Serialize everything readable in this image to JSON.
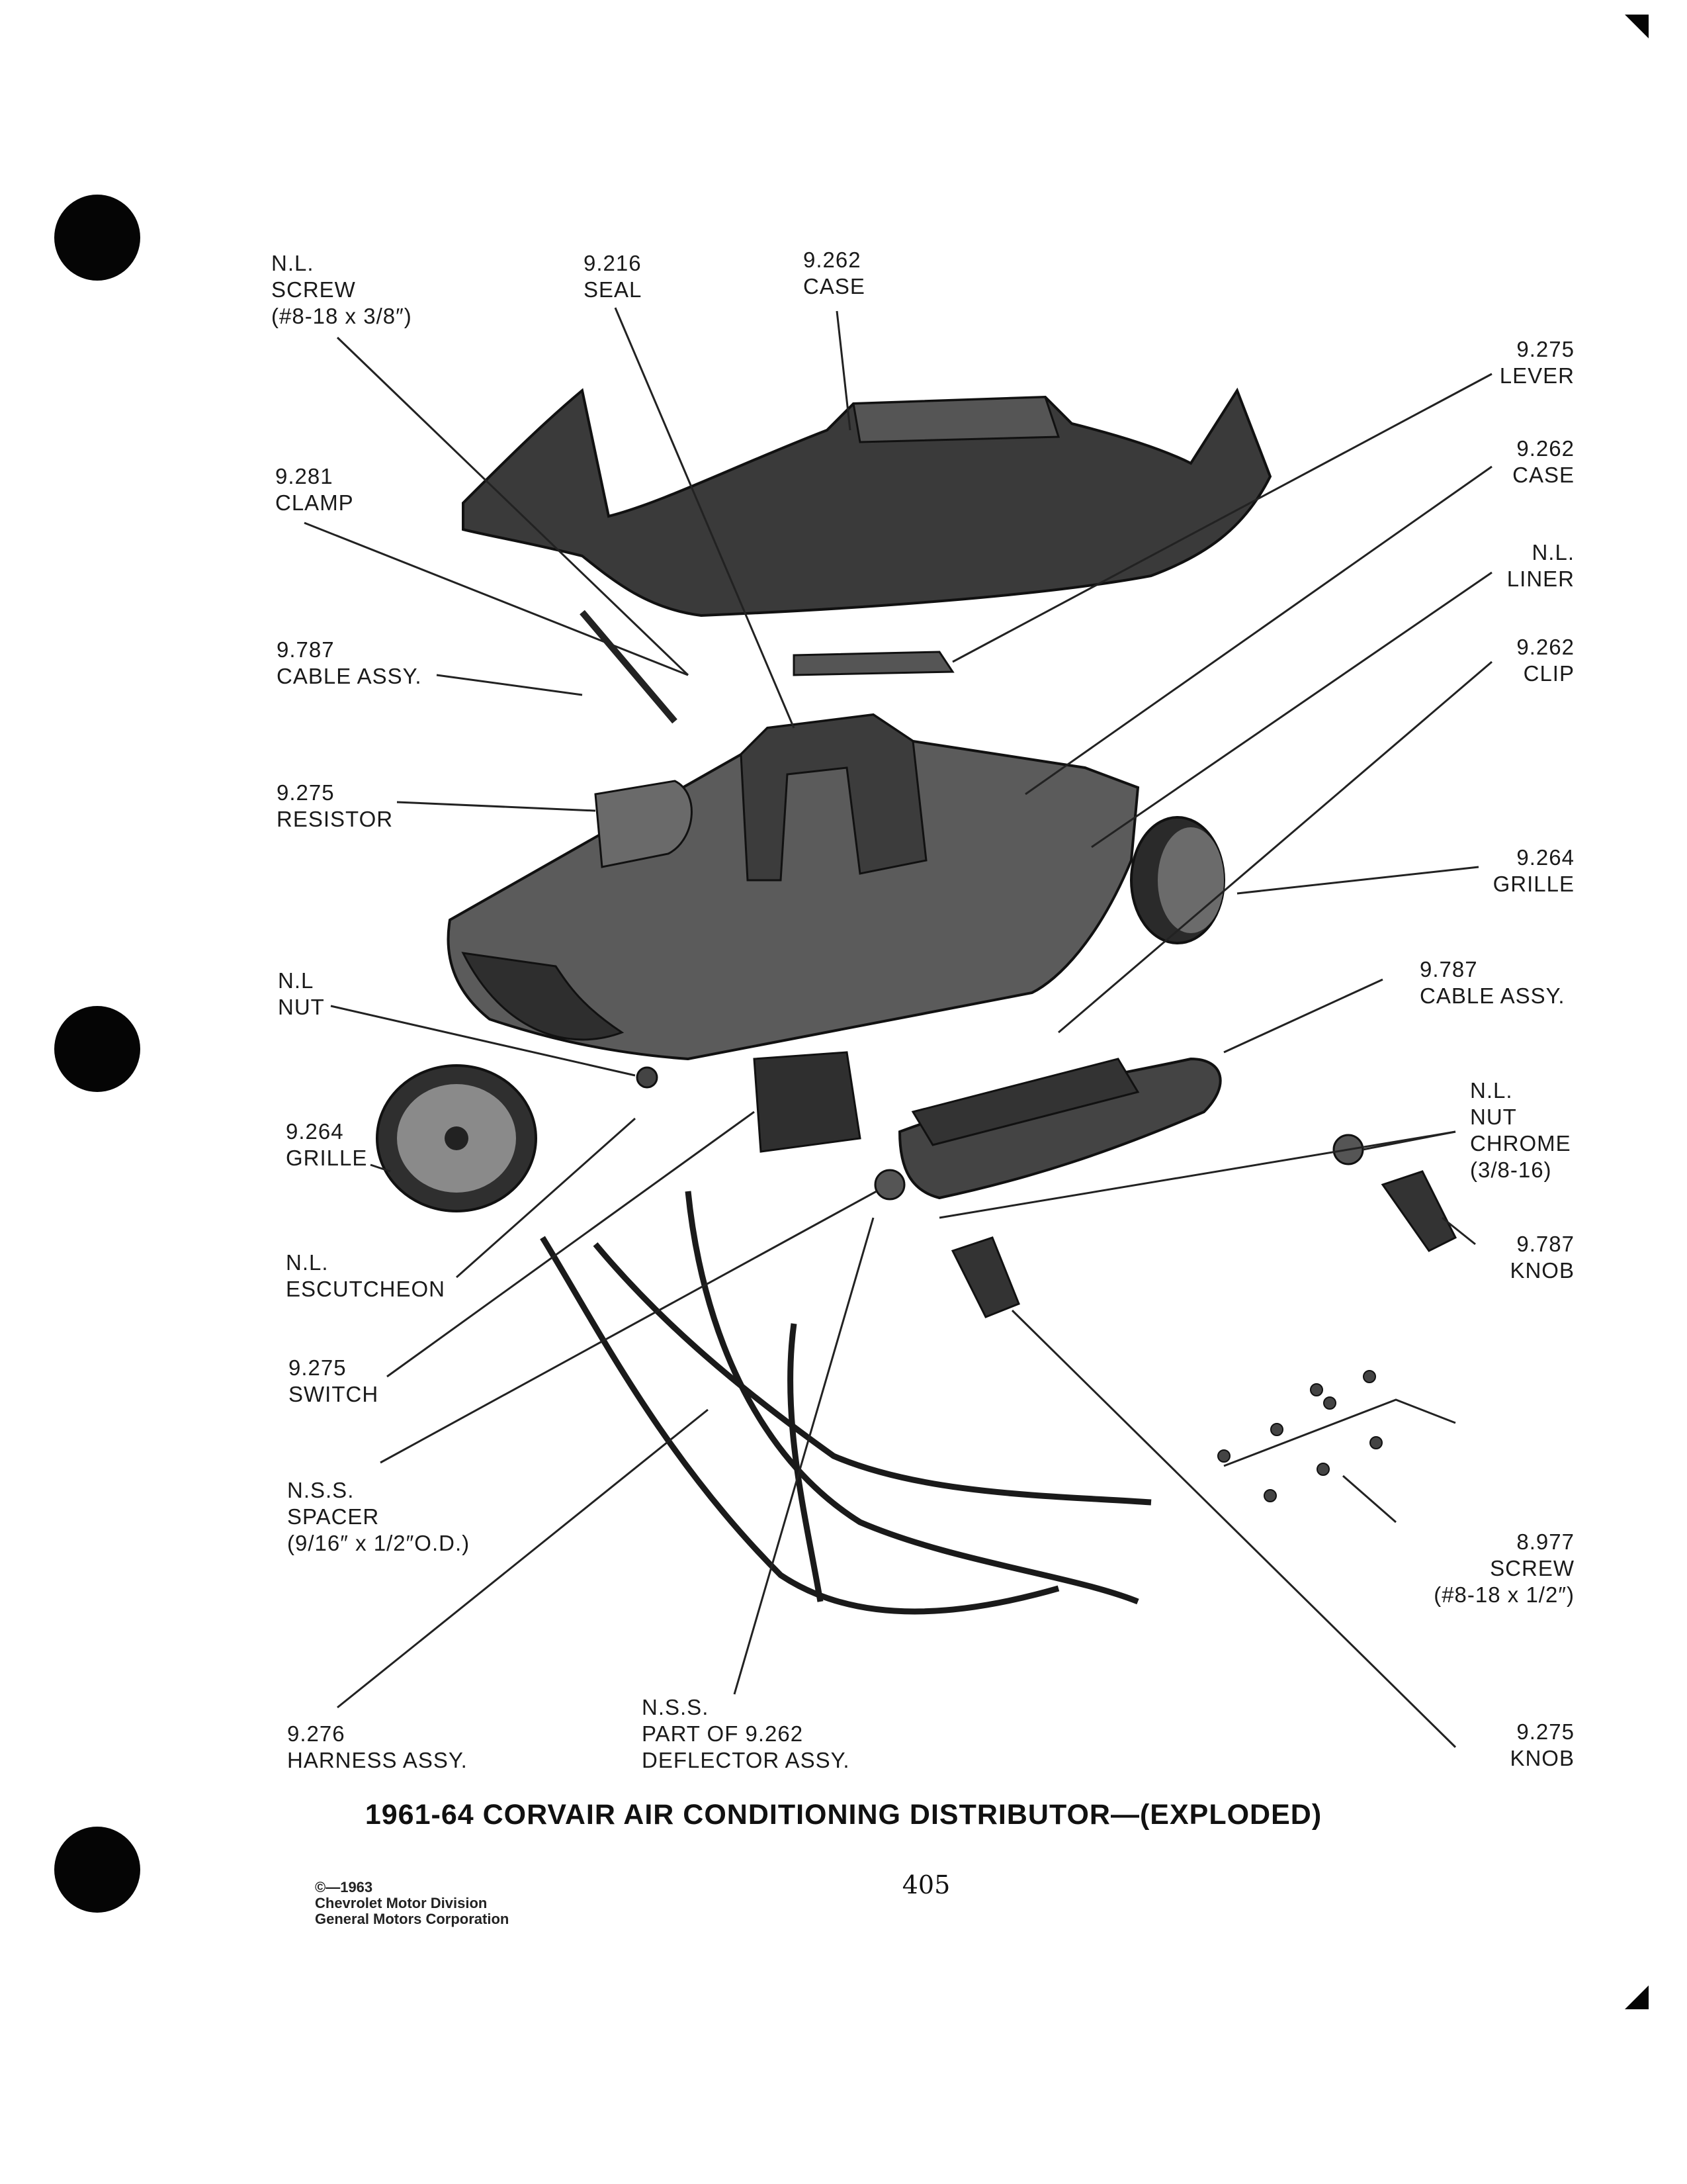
{
  "labels": [
    {
      "id": "nl-screw-top",
      "number": "N.L.",
      "name": "SCREW",
      "spec": "(#8-18 x 3/8″)"
    },
    {
      "id": "seal",
      "number": "9.216",
      "name": "SEAL"
    },
    {
      "id": "case-top",
      "number": "9.262",
      "name": "CASE"
    },
    {
      "id": "lever",
      "number": "9.275",
      "name": "LEVER"
    },
    {
      "id": "case-main",
      "number": "9.262",
      "name": "CASE"
    },
    {
      "id": "liner",
      "number": "N.L.",
      "name": "LINER"
    },
    {
      "id": "clip",
      "number": "9.262",
      "name": "CLIP"
    },
    {
      "id": "clamp",
      "number": "9.281",
      "name": "CLAMP"
    },
    {
      "id": "cable-left",
      "number": "9.787",
      "name": "CABLE ASSY."
    },
    {
      "id": "resistor",
      "number": "9.275",
      "name": "RESISTOR"
    },
    {
      "id": "grille-right",
      "number": "9.264",
      "name": "GRILLE"
    },
    {
      "id": "cable-right",
      "number": "9.787",
      "name": "CABLE ASSY."
    },
    {
      "id": "nl-nut",
      "number": "N.L",
      "name": "NUT"
    },
    {
      "id": "nut-chrome",
      "number": "N.L.",
      "name": "NUT",
      "name2": "CHROME",
      "spec": "(3/8-16)"
    },
    {
      "id": "grille-left",
      "number": "9.264",
      "name": "GRILLE"
    },
    {
      "id": "knob-right",
      "number": "9.787",
      "name": "KNOB"
    },
    {
      "id": "escutcheon",
      "number": "N.L.",
      "name": "ESCUTCHEON"
    },
    {
      "id": "switch",
      "number": "9.275",
      "name": "SWITCH"
    },
    {
      "id": "spacer",
      "number": "N.S.S.",
      "name": "SPACER",
      "spec": "(9/16″ x 1/2″O.D.)"
    },
    {
      "id": "screw-bottom",
      "number": "8.977",
      "name": "SCREW",
      "spec": "(#8-18 x 1/2″)"
    },
    {
      "id": "harness",
      "number": "9.276",
      "name": "HARNESS ASSY."
    },
    {
      "id": "deflector",
      "number": "N.S.S.",
      "name": "PART OF 9.262",
      "name2": "DEFLECTOR ASSY."
    },
    {
      "id": "knob-bottom",
      "number": "9.275",
      "name": "KNOB"
    }
  ],
  "title": "1961-64 CORVAIR AIR CONDITIONING DISTRIBUTOR—(EXPLODED)",
  "page_number": "405",
  "copyright": {
    "line1": "©—1963",
    "line2": "Chevrolet Motor Division",
    "line3": "General Motors Corporation"
  }
}
